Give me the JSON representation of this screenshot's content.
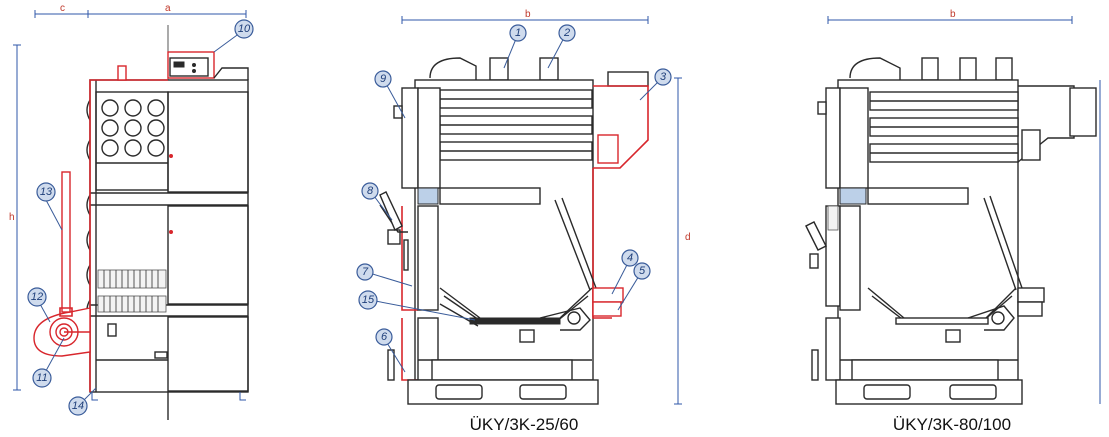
{
  "dimensions": {
    "c": "c",
    "a": "a",
    "b_center": "b",
    "b_right": "b",
    "h": "h",
    "d": "d"
  },
  "callouts": [
    {
      "id": "1",
      "label": "1"
    },
    {
      "id": "2",
      "label": "2"
    },
    {
      "id": "3",
      "label": "3"
    },
    {
      "id": "4",
      "label": "4"
    },
    {
      "id": "5",
      "label": "5"
    },
    {
      "id": "6",
      "label": "6"
    },
    {
      "id": "7",
      "label": "7"
    },
    {
      "id": "8",
      "label": "8"
    },
    {
      "id": "9",
      "label": "9"
    },
    {
      "id": "10",
      "label": "10"
    },
    {
      "id": "11",
      "label": "11"
    },
    {
      "id": "12",
      "label": "12"
    },
    {
      "id": "13",
      "label": "13"
    },
    {
      "id": "14",
      "label": "14"
    },
    {
      "id": "15",
      "label": "15"
    }
  ],
  "captions": {
    "model_center": "ÜKY/3K-25/60",
    "model_right": "ÜKY/3K-80/100"
  }
}
